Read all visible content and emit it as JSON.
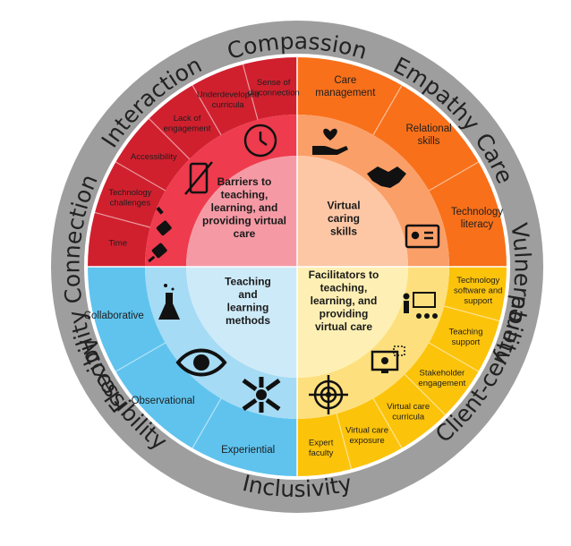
{
  "outer_ring_words": [
    "Compassion",
    "Empathy",
    "Care",
    "Vulnerability",
    "Client-centered",
    "Inclusivity",
    "Accessibility",
    "Flexibility",
    "Connection",
    "Interaction"
  ],
  "quadrants": {
    "barriers": {
      "title_lines": [
        "Barriers to",
        "teaching,",
        "learning, and",
        "providing virtual",
        "care"
      ],
      "items": [
        {
          "lines": [
            "Time"
          ],
          "icon": "clock-icon"
        },
        {
          "lines": [
            "Technology",
            "challenges"
          ],
          "icon": "no-phone-icon"
        },
        {
          "lines": [
            "Accessibility"
          ],
          "icon": ""
        },
        {
          "lines": [
            "Lack of",
            "engagement"
          ],
          "icon": ""
        },
        {
          "lines": [
            "Underdeveloped",
            "curricula"
          ],
          "icon": ""
        },
        {
          "lines": [
            "Sense of",
            "disconnection"
          ],
          "icon": "unplugged-icon"
        }
      ]
    },
    "skills": {
      "title_lines": [
        "Virtual",
        "caring",
        "skills"
      ],
      "items": [
        {
          "lines": [
            "Care",
            "management"
          ],
          "icon": "hand-heart-icon"
        },
        {
          "lines": [
            "Relational",
            "skills"
          ],
          "icon": "handshake-icon"
        },
        {
          "lines": [
            "Technology",
            "literacy"
          ],
          "icon": "video-call-icon"
        }
      ]
    },
    "methods": {
      "title_lines": [
        "Teaching",
        "and",
        "learning",
        "methods"
      ],
      "items": [
        {
          "lines": [
            "Experiential"
          ],
          "icon": "flask-icon"
        },
        {
          "lines": [
            "Observational"
          ],
          "icon": "eye-icon"
        },
        {
          "lines": [
            "Collaborative"
          ],
          "icon": "team-hands-icon"
        }
      ]
    },
    "facilitators": {
      "title_lines": [
        "Facilitators to",
        "teaching,",
        "learning, and",
        "providing",
        "virtual care"
      ],
      "items": [
        {
          "lines": [
            "Technology",
            "software and",
            "support"
          ],
          "icon": "presenter-icon"
        },
        {
          "lines": [
            "Teaching",
            "support"
          ],
          "icon": ""
        },
        {
          "lines": [
            "Stakeholder",
            "engagement"
          ],
          "icon": "computer-network-icon"
        },
        {
          "lines": [
            "Virtual care",
            "curricula"
          ],
          "icon": ""
        },
        {
          "lines": [
            "Virtual care",
            "exposure"
          ],
          "icon": "target-icon"
        },
        {
          "lines": [
            "Expert",
            "faculty"
          ],
          "icon": ""
        }
      ]
    }
  },
  "colors": {
    "outer_ring": "#9e9e9e",
    "barriers_dark": "#d0202e",
    "barriers_mid": "#ee3b4e",
    "barriers_light": "#f59aa5",
    "skills_dark": "#f8701a",
    "skills_mid": "#fb9f68",
    "skills_light": "#fdc7a6",
    "methods_dark": "#5fc3ee",
    "methods_mid": "#a5dbf4",
    "methods_light": "#cdeaf8",
    "facilitators_dark": "#fcc30b",
    "facilitators_mid": "#fde07d",
    "facilitators_light": "#fef0b4"
  }
}
